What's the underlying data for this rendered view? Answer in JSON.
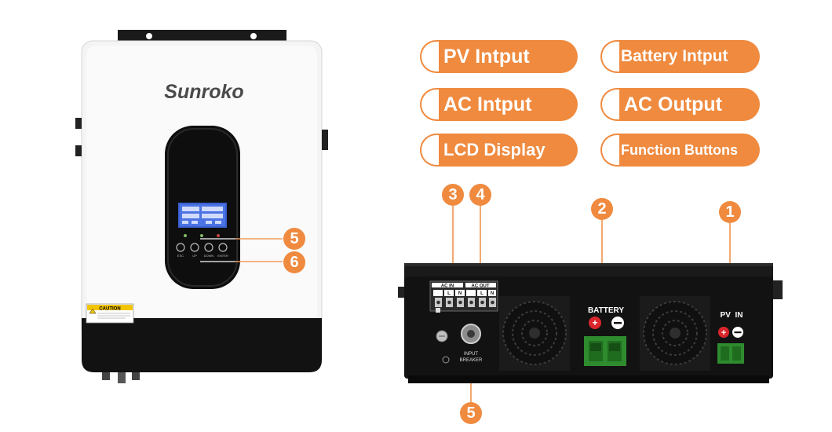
{
  "colors": {
    "accent": "#EF8A3F",
    "panel_white": "#F4F4F4",
    "body_black": "#111111",
    "terminal_green": "#2E8B2E",
    "lcd_blue": "#3A5FD0",
    "pole_red": "#D9262B"
  },
  "product": {
    "brand": "Sunroko",
    "caution_label": "CAUTION",
    "lcd_key_labels": [
      "ESC",
      "UP",
      "DOWN",
      "ENTER"
    ]
  },
  "legend": [
    {
      "label": "PV Intput"
    },
    {
      "label": "Battery Intput"
    },
    {
      "label": "AC Intput"
    },
    {
      "label": "AC Output"
    },
    {
      "label": "LCD Display"
    },
    {
      "label": "Function Buttons"
    }
  ],
  "callouts": {
    "front": [
      "5",
      "6"
    ],
    "bottom": [
      "3",
      "4",
      "2",
      "1",
      "5"
    ]
  },
  "bottom_panel": {
    "ac_in_label": "AC IN",
    "ac_out_label": "AC OUT",
    "terminal_letters": [
      "L",
      "N",
      "L",
      "N"
    ],
    "battery_label": "BATTERY",
    "pv_label": "PV  IN",
    "breaker_label_line1": "INPUT",
    "breaker_label_line2": "BREAKER"
  }
}
